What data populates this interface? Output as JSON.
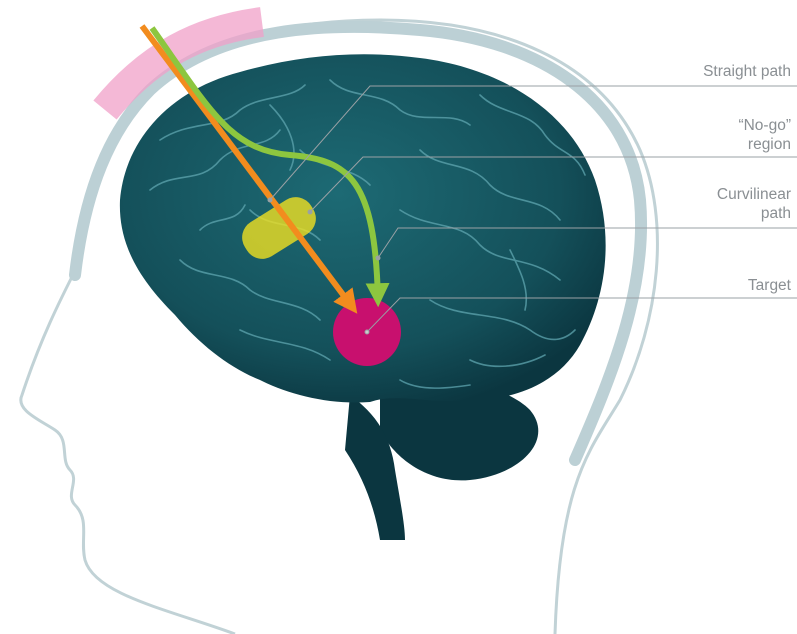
{
  "labels": {
    "straight_path": "Straight path",
    "no_go_region": "“No-go”\nregion",
    "curvilinear_path": "Curvilinear\npath",
    "target": "Target"
  },
  "colors": {
    "brain": "#14505a",
    "brain_dark": "#0b3640",
    "gyri": "#5fa6b0",
    "head_outline": "#c1d2d6",
    "helmet": "#bcd0d5",
    "entry_pad": "#f0a0c8",
    "straight_arrow": "#f28c1e",
    "curvilinear_arrow": "#8dc63f",
    "no_go": "#f0e020",
    "target": "#c8106e",
    "leader_line": "#9aa1a5",
    "label_text": "#8a8f93"
  },
  "icons": {
    "straight_arrow": "straight-arrow-icon",
    "curvilinear_arrow": "curvilinear-arrow-icon"
  }
}
